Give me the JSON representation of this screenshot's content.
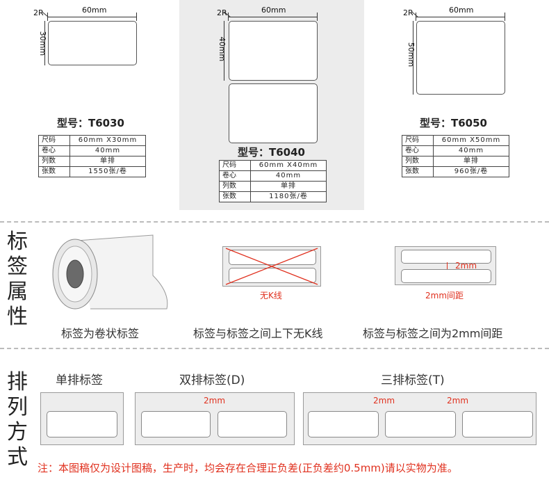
{
  "specs": [
    {
      "dim_w": "60mm",
      "dim_h": "30mm",
      "corner": "2R",
      "model": "型号：T6030",
      "rows": [
        [
          "尺码",
          "60mm X30mm"
        ],
        [
          "卷心",
          "40mm"
        ],
        [
          "列数",
          "单排"
        ],
        [
          "张数",
          "1550张/卷"
        ]
      ]
    },
    {
      "dim_w": "60mm",
      "dim_h": "40mm",
      "corner": "2R",
      "model": "型号：T6040",
      "rows": [
        [
          "尺码",
          "60mm X40mm"
        ],
        [
          "卷心",
          "40mm"
        ],
        [
          "列数",
          "单排"
        ],
        [
          "张数",
          "1180张/卷"
        ]
      ]
    },
    {
      "dim_w": "60mm",
      "dim_h": "50mm",
      "corner": "2R",
      "model": "型号：T6050",
      "rows": [
        [
          "尺码",
          "60mm X50mm"
        ],
        [
          "卷心",
          "40mm"
        ],
        [
          "列数",
          "单排"
        ],
        [
          "张数",
          "960张/卷"
        ]
      ]
    }
  ],
  "attributes": {
    "title": "标签属性",
    "roll_caption": "标签为卷状标签",
    "no_line_tag": "无K线",
    "no_line_caption": "标签与标签之间上下无K线",
    "gap_value": "2mm",
    "gap_tag": "2mm间距",
    "gap_caption": "标签与标签之间为2mm间距"
  },
  "arrangement": {
    "title": "排列方式",
    "single": "单排标签",
    "double": "双排标签(D)",
    "triple": "三排标签(T)",
    "gap": "2mm"
  },
  "note": "注：本图稿仅为设计图稿，生产时，均会存在合理正负差(正负差约0.5mm)请以实物为准。",
  "colors": {
    "accent_red": "#e0301e",
    "panel_gray": "#ececec"
  }
}
